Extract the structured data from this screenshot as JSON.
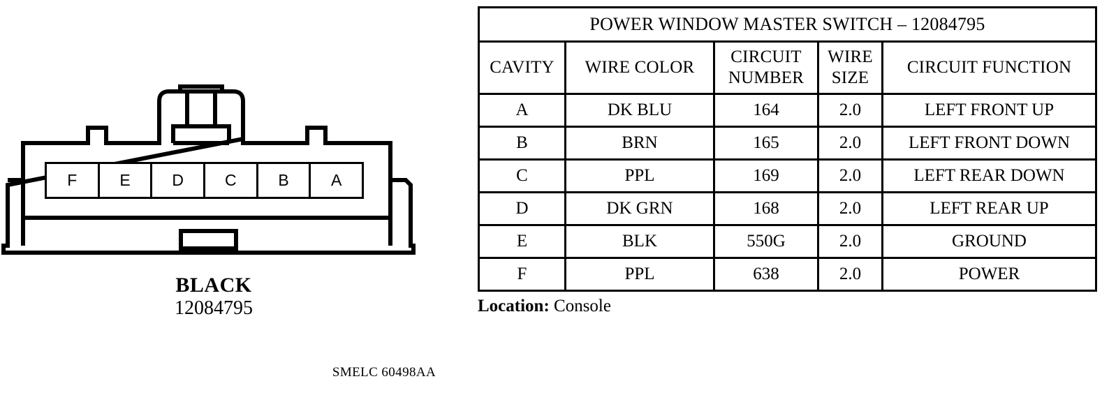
{
  "connector": {
    "color_name": "BLACK",
    "part_number": "12084795",
    "cavities": [
      "F",
      "E",
      "D",
      "C",
      "B",
      "A"
    ]
  },
  "table": {
    "title": "POWER WINDOW MASTER SWITCH – 12084795",
    "columns": [
      "CAVITY",
      "WIRE COLOR",
      "CIRCUIT NUMBER",
      "WIRE SIZE",
      "CIRCUIT FUNCTION"
    ],
    "rows": [
      {
        "cavity": "A",
        "wire_color": "DK BLU",
        "circuit_number": "164",
        "wire_size": "2.0",
        "circuit_function": "LEFT FRONT UP"
      },
      {
        "cavity": "B",
        "wire_color": "BRN",
        "circuit_number": "165",
        "wire_size": "2.0",
        "circuit_function": "LEFT FRONT DOWN"
      },
      {
        "cavity": "C",
        "wire_color": "PPL",
        "circuit_number": "169",
        "wire_size": "2.0",
        "circuit_function": "LEFT REAR DOWN"
      },
      {
        "cavity": "D",
        "wire_color": "DK GRN",
        "circuit_number": "168",
        "wire_size": "2.0",
        "circuit_function": "LEFT REAR UP"
      },
      {
        "cavity": "E",
        "wire_color": "BLK",
        "circuit_number": "550G",
        "wire_size": "2.0",
        "circuit_function": "GROUND"
      },
      {
        "cavity": "F",
        "wire_color": "PPL",
        "circuit_number": "638",
        "wire_size": "2.0",
        "circuit_function": "POWER"
      }
    ],
    "location_label": "Location:",
    "location_value": "Console"
  },
  "footer": {
    "code": "SMELC 60498AA"
  }
}
